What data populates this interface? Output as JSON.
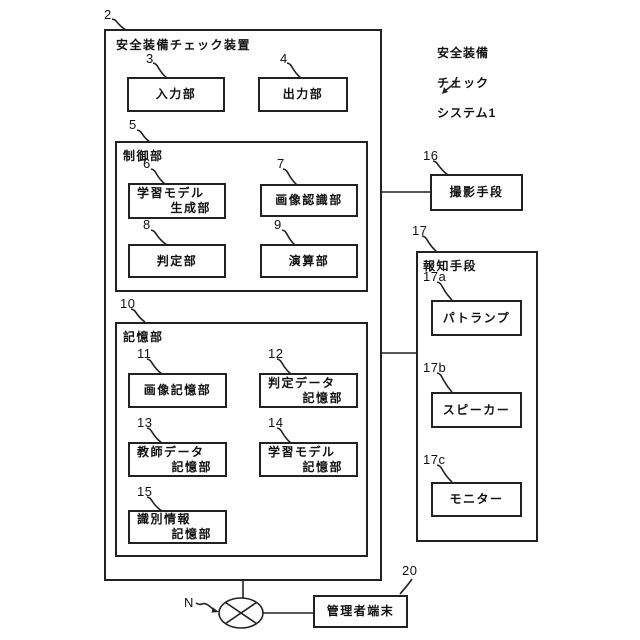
{
  "page": {
    "background": "#ffffff",
    "line_color": "#222222"
  },
  "system_label": {
    "line1": "安全装備",
    "line2": "チェック",
    "line3": "システム1"
  },
  "device": {
    "ref": "2",
    "title": "安全装備チェック装置"
  },
  "boxes": {
    "input": {
      "ref": "3",
      "label": "入力部"
    },
    "output": {
      "ref": "4",
      "label": "出力部"
    },
    "control": {
      "ref": "5",
      "label": "制御部"
    },
    "model_gen": {
      "ref": "6",
      "line1": "学習モデル",
      "line2": "生成部"
    },
    "image_recog": {
      "ref": "7",
      "label": "画像認識部"
    },
    "judge": {
      "ref": "8",
      "label": "判定部"
    },
    "calc": {
      "ref": "9",
      "label": "演算部"
    },
    "storage": {
      "ref": "10",
      "label": "記憶部"
    },
    "image_store": {
      "ref": "11",
      "label": "画像記憶部"
    },
    "judge_data_store": {
      "ref": "12",
      "line1": "判定データ",
      "line2": "記憶部"
    },
    "teacher_data_store": {
      "ref": "13",
      "line1": "教師データ",
      "line2": "記憶部"
    },
    "model_store": {
      "ref": "14",
      "line1": "学習モデル",
      "line2": "記憶部"
    },
    "id_info_store": {
      "ref": "15",
      "line1": "識別情報",
      "line2": "記憶部"
    },
    "camera": {
      "ref": "16",
      "label": "撮影手段"
    },
    "notifier": {
      "ref": "17",
      "label": "報知手段"
    },
    "patrol_lamp": {
      "ref": "17a",
      "label": "パトランプ"
    },
    "speaker": {
      "ref": "17b",
      "label": "スピーカー"
    },
    "monitor": {
      "ref": "17c",
      "label": "モニター"
    },
    "admin_terminal": {
      "ref": "20",
      "label": "管理者端末"
    }
  },
  "network": {
    "ref": "N"
  }
}
